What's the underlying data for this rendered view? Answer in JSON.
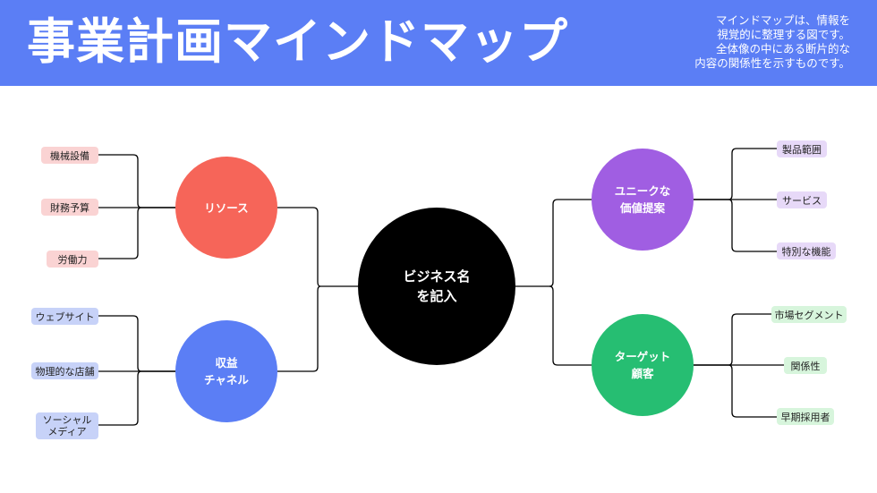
{
  "header": {
    "title": "事業計画マインドマップ",
    "description": [
      "マインドマップは、情報を",
      "視覚的に整理する図です。",
      "全体像の中にある断片的な",
      "内容の関係性を示すものです。"
    ]
  },
  "colors": {
    "header_bg": "#5b7ef5",
    "center": "#000000",
    "resources": "#f66559",
    "revenue": "#5b7ef5",
    "value": "#a05ee2",
    "customer": "#26be72",
    "leaf_red": "#fad3d3",
    "leaf_blue": "#c7d2f8",
    "leaf_purple": "#e7d9f8",
    "leaf_green": "#d7f5dc",
    "line": "#000000"
  },
  "center": {
    "lines": [
      "ビジネス名",
      "を記入"
    ]
  },
  "branches": {
    "resources": {
      "lines": [
        "リソース"
      ],
      "leaves": [
        {
          "lines": [
            "機械設備"
          ]
        },
        {
          "lines": [
            "財務予算"
          ]
        },
        {
          "lines": [
            "労働力"
          ]
        }
      ]
    },
    "revenue": {
      "lines": [
        "収益",
        "チャネル"
      ],
      "leaves": [
        {
          "lines": [
            "ウェブサイト"
          ]
        },
        {
          "lines": [
            "物理的な店舗"
          ]
        },
        {
          "lines": [
            "ソーシャル",
            "メディア"
          ]
        }
      ]
    },
    "value": {
      "lines": [
        "ユニークな",
        "価値提案"
      ],
      "leaves": [
        {
          "lines": [
            "製品範囲"
          ]
        },
        {
          "lines": [
            "サービス"
          ]
        },
        {
          "lines": [
            "特別な機能"
          ]
        }
      ]
    },
    "customer": {
      "lines": [
        "ターゲット",
        "顧客"
      ],
      "leaves": [
        {
          "lines": [
            "市場セグメント"
          ]
        },
        {
          "lines": [
            "関係性"
          ]
        },
        {
          "lines": [
            "早期採用者"
          ]
        }
      ]
    }
  }
}
